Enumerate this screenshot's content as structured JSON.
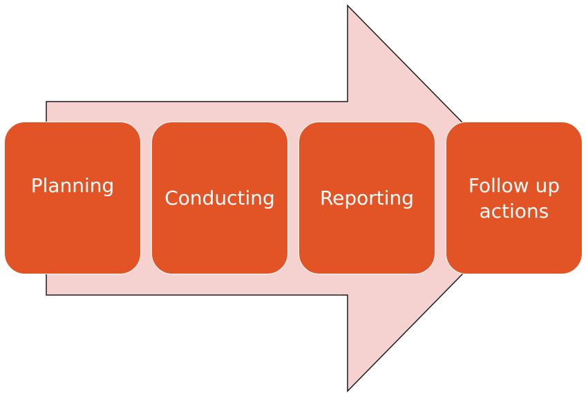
{
  "diagram": {
    "arrow_fill": "#f5d1cf",
    "arrow_stroke": "#1a1a1a",
    "step_fill": "#e25325",
    "step_text_color": "#ffffff",
    "steps": [
      {
        "label": "Planning"
      },
      {
        "label": "Conducting"
      },
      {
        "label": "Reporting"
      },
      {
        "label": "Follow up actions"
      }
    ]
  }
}
